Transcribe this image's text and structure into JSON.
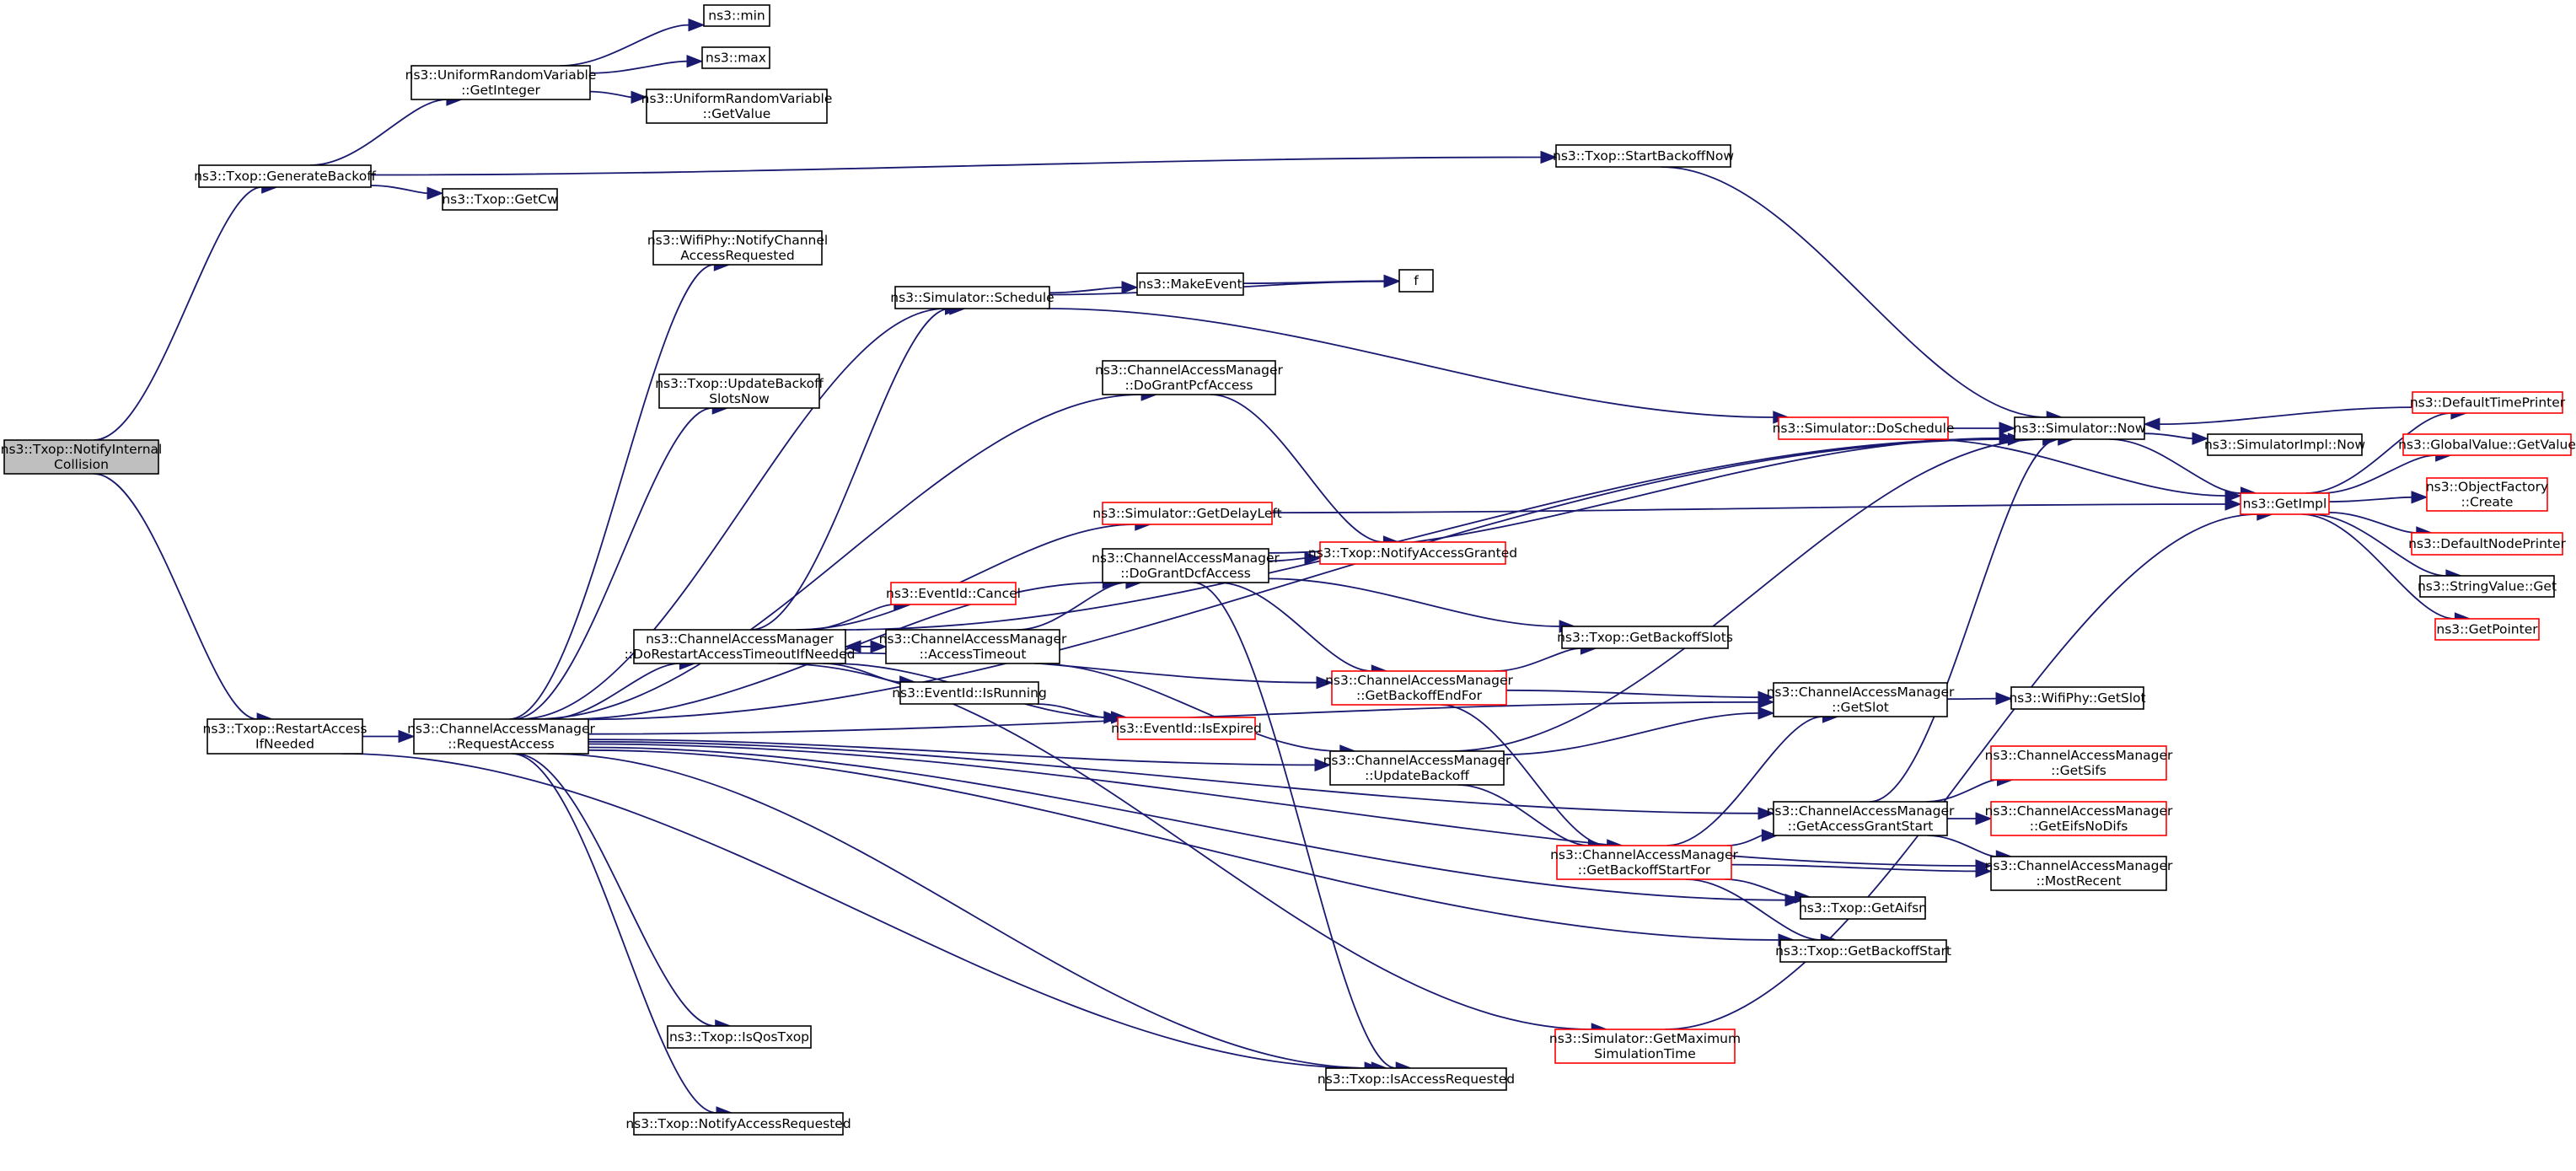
{
  "title": "ns3::Txop::NotifyInternalCollision call graph",
  "colors": {
    "edge": "#191970",
    "root_fill": "#bfbfbf",
    "node_border": "#000000",
    "external_border": "#ff0000"
  },
  "nodes": [
    {
      "id": "root",
      "lines": [
        "ns3::Txop::NotifyInternal",
        "Collision"
      ],
      "kind": "root"
    },
    {
      "id": "genbackoff",
      "lines": [
        "ns3::Txop::GenerateBackoff"
      ],
      "kind": "normal"
    },
    {
      "id": "getinteger",
      "lines": [
        "ns3::UniformRandomVariable",
        "::GetInteger"
      ],
      "kind": "normal"
    },
    {
      "id": "min",
      "lines": [
        "ns3::min"
      ],
      "kind": "normal"
    },
    {
      "id": "max",
      "lines": [
        "ns3::max"
      ],
      "kind": "normal"
    },
    {
      "id": "getvalue_urv",
      "lines": [
        "ns3::UniformRandomVariable",
        "::GetValue"
      ],
      "kind": "normal"
    },
    {
      "id": "startbackoffnow",
      "lines": [
        "ns3::Txop::StartBackoffNow"
      ],
      "kind": "normal"
    },
    {
      "id": "getcw",
      "lines": [
        "ns3::Txop::GetCw"
      ],
      "kind": "normal"
    },
    {
      "id": "notifychannel",
      "lines": [
        "ns3::WifiPhy::NotifyChannel",
        "AccessRequested"
      ],
      "kind": "normal"
    },
    {
      "id": "schedule",
      "lines": [
        "ns3::Simulator::Schedule"
      ],
      "kind": "normal"
    },
    {
      "id": "makeevent",
      "lines": [
        "ns3::MakeEvent"
      ],
      "kind": "normal"
    },
    {
      "id": "f",
      "lines": [
        "f"
      ],
      "kind": "normal"
    },
    {
      "id": "updatebackoffslots",
      "lines": [
        "ns3::Txop::UpdateBackoff",
        "SlotsNow"
      ],
      "kind": "normal"
    },
    {
      "id": "dograntpcf",
      "lines": [
        "ns3::ChannelAccessManager",
        "::DoGrantPcfAccess"
      ],
      "kind": "normal"
    },
    {
      "id": "doschedule",
      "lines": [
        "ns3::Simulator::DoSchedule"
      ],
      "kind": "external"
    },
    {
      "id": "simnow",
      "lines": [
        "ns3::Simulator::Now"
      ],
      "kind": "normal"
    },
    {
      "id": "simimplnow",
      "lines": [
        "ns3::SimulatorImpl::Now"
      ],
      "kind": "normal"
    },
    {
      "id": "defaulttimeprinter",
      "lines": [
        "ns3::DefaultTimePrinter"
      ],
      "kind": "external"
    },
    {
      "id": "globalvalue",
      "lines": [
        "ns3::GlobalValue::GetValue"
      ],
      "kind": "external"
    },
    {
      "id": "getimpl",
      "lines": [
        "ns3::GetImpl"
      ],
      "kind": "external"
    },
    {
      "id": "objectfactory",
      "lines": [
        "ns3::ObjectFactory",
        "::Create"
      ],
      "kind": "external"
    },
    {
      "id": "defaultnodeprinter",
      "lines": [
        "ns3::DefaultNodePrinter"
      ],
      "kind": "external"
    },
    {
      "id": "stringvalue",
      "lines": [
        "ns3::StringValue::Get"
      ],
      "kind": "normal"
    },
    {
      "id": "getpointer",
      "lines": [
        "ns3::GetPointer"
      ],
      "kind": "external"
    },
    {
      "id": "getdelayleft",
      "lines": [
        "ns3::Simulator::GetDelayLeft"
      ],
      "kind": "external"
    },
    {
      "id": "notifyaccessgranted",
      "lines": [
        "ns3::Txop::NotifyAccessGranted"
      ],
      "kind": "external"
    },
    {
      "id": "dograntdcf",
      "lines": [
        "ns3::ChannelAccessManager",
        "::DoGrantDcfAccess"
      ],
      "kind": "normal"
    },
    {
      "id": "cancel",
      "lines": [
        "ns3::EventId::Cancel"
      ],
      "kind": "external"
    },
    {
      "id": "dorestart",
      "lines": [
        "ns3::ChannelAccessManager",
        "::DoRestartAccessTimeoutIfNeeded"
      ],
      "kind": "normal"
    },
    {
      "id": "accesstimeout",
      "lines": [
        "ns3::ChannelAccessManager",
        "::AccessTimeout"
      ],
      "kind": "normal"
    },
    {
      "id": "getbackoffslots",
      "lines": [
        "ns3::Txop::GetBackoffSlots"
      ],
      "kind": "normal"
    },
    {
      "id": "getbackoffendfor",
      "lines": [
        "ns3::ChannelAccessManager",
        "::GetBackoffEndFor"
      ],
      "kind": "external"
    },
    {
      "id": "isrunning",
      "lines": [
        "ns3::EventId::IsRunning"
      ],
      "kind": "normal"
    },
    {
      "id": "isexpired",
      "lines": [
        "ns3::EventId::IsExpired"
      ],
      "kind": "external"
    },
    {
      "id": "getslot",
      "lines": [
        "ns3::ChannelAccessManager",
        "::GetSlot"
      ],
      "kind": "normal"
    },
    {
      "id": "wifiphygetslot",
      "lines": [
        "ns3::WifiPhy::GetSlot"
      ],
      "kind": "normal"
    },
    {
      "id": "restartaccess",
      "lines": [
        "ns3::Txop::RestartAccess",
        "IfNeeded"
      ],
      "kind": "normal"
    },
    {
      "id": "requestaccess",
      "lines": [
        "ns3::ChannelAccessManager",
        "::RequestAccess"
      ],
      "kind": "normal"
    },
    {
      "id": "updatebackoff",
      "lines": [
        "ns3::ChannelAccessManager",
        "::UpdateBackoff"
      ],
      "kind": "normal"
    },
    {
      "id": "getsifs",
      "lines": [
        "ns3::ChannelAccessManager",
        "::GetSifs"
      ],
      "kind": "external"
    },
    {
      "id": "getaccessgrantstart",
      "lines": [
        "ns3::ChannelAccessManager",
        "::GetAccessGrantStart"
      ],
      "kind": "normal"
    },
    {
      "id": "geteifsnodifs",
      "lines": [
        "ns3::ChannelAccessManager",
        "::GetEifsNoDifs"
      ],
      "kind": "external"
    },
    {
      "id": "getbackoffstartfor",
      "lines": [
        "ns3::ChannelAccessManager",
        "::GetBackoffStartFor"
      ],
      "kind": "external"
    },
    {
      "id": "mostrecent",
      "lines": [
        "ns3::ChannelAccessManager",
        "::MostRecent"
      ],
      "kind": "normal"
    },
    {
      "id": "getaifsn",
      "lines": [
        "ns3::Txop::GetAifsn"
      ],
      "kind": "normal"
    },
    {
      "id": "getbackoffstart",
      "lines": [
        "ns3::Txop::GetBackoffStart"
      ],
      "kind": "normal"
    },
    {
      "id": "isqostxop",
      "lines": [
        "ns3::Txop::IsQosTxop"
      ],
      "kind": "normal"
    },
    {
      "id": "getmaxsimtime",
      "lines": [
        "ns3::Simulator::GetMaximum",
        "SimulationTime"
      ],
      "kind": "external"
    },
    {
      "id": "isaccessrequested",
      "lines": [
        "ns3::Txop::IsAccessRequested"
      ],
      "kind": "normal"
    },
    {
      "id": "notifyaccessrequested",
      "lines": [
        "ns3::Txop::NotifyAccessRequested"
      ],
      "kind": "normal"
    }
  ],
  "edges": [
    [
      "root",
      "genbackoff"
    ],
    [
      "root",
      "restartaccess"
    ],
    [
      "genbackoff",
      "getinteger"
    ],
    [
      "genbackoff",
      "startbackoffnow"
    ],
    [
      "genbackoff",
      "getcw"
    ],
    [
      "getinteger",
      "min"
    ],
    [
      "getinteger",
      "max"
    ],
    [
      "getinteger",
      "getvalue_urv"
    ],
    [
      "startbackoffnow",
      "simnow"
    ],
    [
      "restartaccess",
      "requestaccess"
    ],
    [
      "restartaccess",
      "isaccessrequested"
    ],
    [
      "requestaccess",
      "simnow"
    ],
    [
      "requestaccess",
      "notifychannel"
    ],
    [
      "requestaccess",
      "schedule"
    ],
    [
      "requestaccess",
      "dograntpcf"
    ],
    [
      "requestaccess",
      "updatebackoffslots"
    ],
    [
      "requestaccess",
      "getslot"
    ],
    [
      "requestaccess",
      "dograntdcf"
    ],
    [
      "requestaccess",
      "dorestart"
    ],
    [
      "requestaccess",
      "updatebackoff"
    ],
    [
      "requestaccess",
      "getaccessgrantstart"
    ],
    [
      "requestaccess",
      "getaifsn"
    ],
    [
      "requestaccess",
      "getbackoffstart"
    ],
    [
      "requestaccess",
      "mostrecent"
    ],
    [
      "requestaccess",
      "isqostxop"
    ],
    [
      "requestaccess",
      "isaccessrequested"
    ],
    [
      "requestaccess",
      "notifyaccessrequested"
    ],
    [
      "schedule",
      "makeevent"
    ],
    [
      "schedule",
      "f"
    ],
    [
      "schedule",
      "doschedule"
    ],
    [
      "makeevent",
      "f"
    ],
    [
      "doschedule",
      "simnow"
    ],
    [
      "doschedule",
      "getimpl"
    ],
    [
      "simnow",
      "simimplnow"
    ],
    [
      "simnow",
      "getimpl"
    ],
    [
      "defaulttimeprinter",
      "simnow"
    ],
    [
      "getimpl",
      "defaulttimeprinter"
    ],
    [
      "getimpl",
      "globalvalue"
    ],
    [
      "getimpl",
      "objectfactory"
    ],
    [
      "getimpl",
      "defaultnodeprinter"
    ],
    [
      "getimpl",
      "stringvalue"
    ],
    [
      "getimpl",
      "getpointer"
    ],
    [
      "dograntpcf",
      "notifyaccessgranted"
    ],
    [
      "dorestart",
      "schedule"
    ],
    [
      "dorestart",
      "getdelayleft"
    ],
    [
      "dorestart",
      "simnow"
    ],
    [
      "dorestart",
      "cancel"
    ],
    [
      "dorestart",
      "accesstimeout"
    ],
    [
      "dorestart",
      "isrunning"
    ],
    [
      "dorestart",
      "isexpired"
    ],
    [
      "dorestart",
      "getbackoffendfor"
    ],
    [
      "dorestart",
      "getmaxsimtime"
    ],
    [
      "getdelayleft",
      "getimpl"
    ],
    [
      "accesstimeout",
      "dorestart"
    ],
    [
      "accesstimeout",
      "dograntdcf"
    ],
    [
      "accesstimeout",
      "updatebackoff"
    ],
    [
      "isrunning",
      "isexpired"
    ],
    [
      "dograntdcf",
      "notifyaccessgranted"
    ],
    [
      "dograntdcf",
      "simnow"
    ],
    [
      "dograntdcf",
      "getbackoffslots"
    ],
    [
      "dograntdcf",
      "getbackoffendfor"
    ],
    [
      "dograntdcf",
      "isaccessrequested"
    ],
    [
      "getbackoffendfor",
      "getbackoffslots"
    ],
    [
      "getbackoffendfor",
      "getslot"
    ],
    [
      "getbackoffendfor",
      "getbackoffstartfor"
    ],
    [
      "getslot",
      "wifiphygetslot"
    ],
    [
      "updatebackoff",
      "getslot"
    ],
    [
      "updatebackoff",
      "simnow"
    ],
    [
      "updatebackoff",
      "getbackoffstartfor"
    ],
    [
      "getbackoffstartfor",
      "getaccessgrantstart"
    ],
    [
      "getbackoffstartfor",
      "getslot"
    ],
    [
      "getbackoffstartfor",
      "mostrecent"
    ],
    [
      "getbackoffstartfor",
      "getaifsn"
    ],
    [
      "getbackoffstartfor",
      "getbackoffstart"
    ],
    [
      "getaccessgrantstart",
      "getsifs"
    ],
    [
      "getaccessgrantstart",
      "geteifsnodifs"
    ],
    [
      "getaccessgrantstart",
      "mostrecent"
    ],
    [
      "getaccessgrantstart",
      "simnow"
    ],
    [
      "getmaxsimtime",
      "getimpl"
    ]
  ]
}
